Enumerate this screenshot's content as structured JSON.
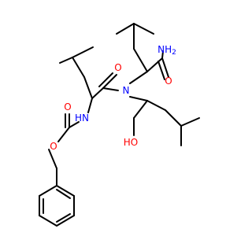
{
  "molecule": {
    "atom_labels": {
      "amide_nh2": "NH",
      "amide_nh2_sub": "2",
      "amide_o": "O",
      "leu_carbonyl_o": "O",
      "tertiary_n": "N",
      "carbamate_nh": "HN",
      "carbamate_co_o": "O",
      "carbamate_ether_o": "O",
      "hydroxyl": "HO"
    },
    "colors": {
      "bond": "#000000",
      "nitrogen": "#0000ff",
      "oxygen": "#ff0000"
    }
  }
}
